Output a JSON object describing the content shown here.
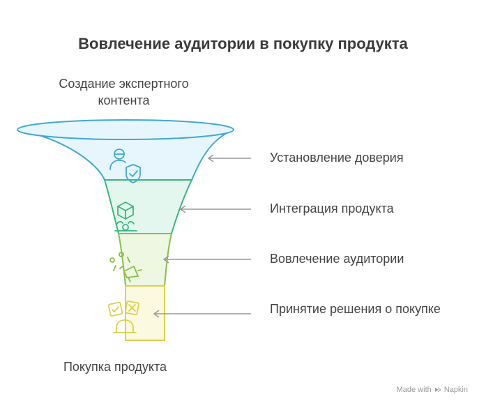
{
  "title": "Вовлечение аудитории в покупку продукта",
  "top_label": {
    "line1": "Создание экспертного",
    "line2": "контента"
  },
  "bottom_label": "Покупка продукта",
  "stages": [
    {
      "label": "Установление доверия",
      "icon": "user-shield-icon",
      "color": "#3fa9d1",
      "fill": "#e6f6fc"
    },
    {
      "label": "Интеграция продукта",
      "icon": "cube-on-stand-icon",
      "color": "#35b77f",
      "fill": "#e4f7ee"
    },
    {
      "label": "Вовлечение аудитории",
      "icon": "megaphone-icon",
      "color": "#88bf45",
      "fill": "#eef7e2"
    },
    {
      "label": "Принятие решения о покупке",
      "icon": "decision-cards-icon",
      "color": "#d9d14a",
      "fill": "#fbf9df"
    }
  ],
  "watermark": {
    "prefix": "Made with",
    "brand": "Napkin"
  }
}
